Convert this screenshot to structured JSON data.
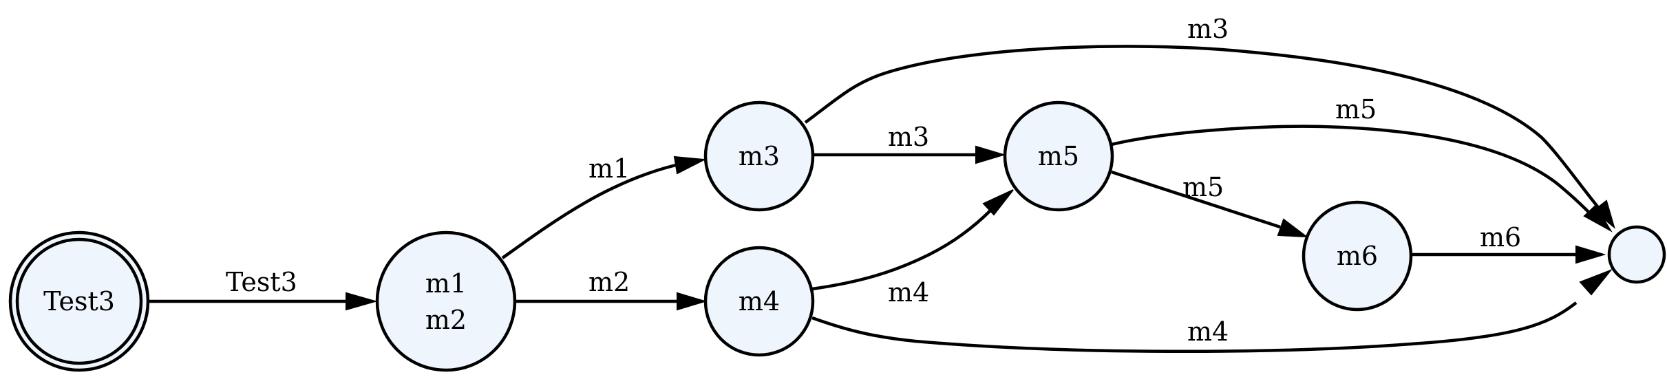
{
  "diagram": {
    "nodes": {
      "test3": {
        "lines": [
          "Test3"
        ],
        "fill": "#eef5fc"
      },
      "m1m2": {
        "lines": [
          "m1",
          "m2"
        ],
        "fill": "#eef5fc"
      },
      "m3": {
        "lines": [
          "m3"
        ],
        "fill": "#eef5fc"
      },
      "m4": {
        "lines": [
          "m4"
        ],
        "fill": "#eef5fc"
      },
      "m5": {
        "lines": [
          "m5"
        ],
        "fill": "#eef5fc"
      },
      "m6": {
        "lines": [
          "m6"
        ],
        "fill": "#eef5fc"
      },
      "final": {
        "lines": [],
        "fill": "#eef5fc"
      }
    },
    "edges": {
      "test3_to_m1m2": {
        "from": "Test3",
        "to": "m1 m2",
        "label": "Test3"
      },
      "m1m2_to_m3": {
        "from": "m1 m2",
        "to": "m3",
        "label": "m1"
      },
      "m1m2_to_m4": {
        "from": "m1 m2",
        "to": "m4",
        "label": "m2"
      },
      "m3_to_m5": {
        "from": "m3",
        "to": "m5",
        "label": "m3"
      },
      "m3_to_final": {
        "from": "m3",
        "to": "final",
        "label": "m3"
      },
      "m4_to_m5": {
        "from": "m4",
        "to": "m5",
        "label": "m4"
      },
      "m4_to_final": {
        "from": "m4",
        "to": "final",
        "label": "m4"
      },
      "m5_to_final": {
        "from": "m5",
        "to": "final",
        "label": "m5"
      },
      "m5_to_m6": {
        "from": "m5",
        "to": "m6",
        "label": "m5"
      },
      "m6_to_final": {
        "from": "m6",
        "to": "final",
        "label": "m6"
      }
    }
  }
}
